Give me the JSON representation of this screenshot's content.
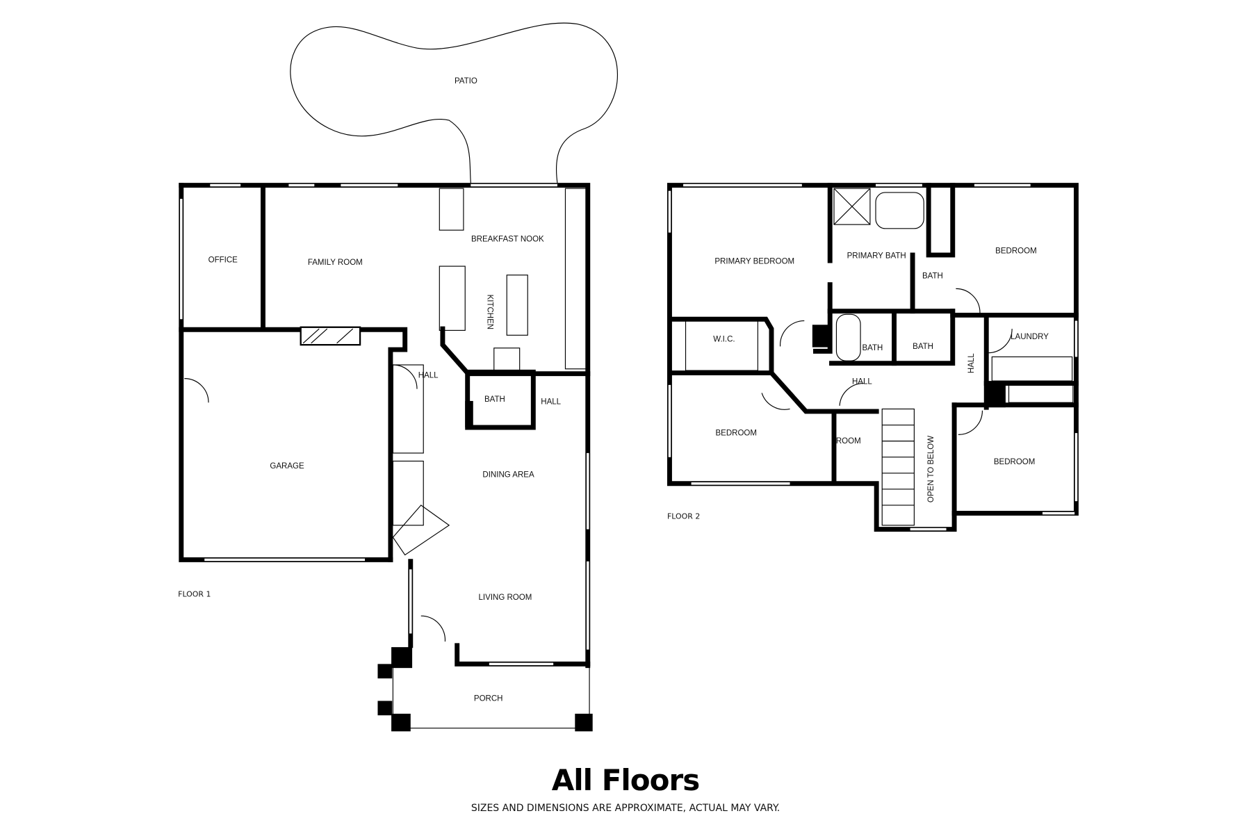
{
  "title": "All Floors",
  "disclaimer": "SIZES AND DIMENSIONS ARE APPROXIMATE, ACTUAL MAY VARY.",
  "floor1": {
    "label": "FLOOR 1",
    "rooms": {
      "patio": "PATIO",
      "office": "OFFICE",
      "family_room": "FAMILY ROOM",
      "breakfast_nook": "BREAKFAST NOOK",
      "kitchen": "KITCHEN",
      "hall_a": "HALL",
      "bath": "BATH",
      "hall_b": "HALL",
      "garage": "GARAGE",
      "dining_area": "DINING AREA",
      "living_room": "LIVING ROOM",
      "porch": "PORCH"
    }
  },
  "floor2": {
    "label": "FLOOR 2",
    "rooms": {
      "primary_bedroom": "PRIMARY BEDROOM",
      "primary_bath": "PRIMARY BATH",
      "bath_small": "BATH",
      "bedroom_ne": "BEDROOM",
      "wic": "W.I.C.",
      "bath_a": "BATH",
      "bath_b": "BATH",
      "hall_v": "HALL",
      "laundry": "LAUNDRY",
      "hall": "HALL",
      "bedroom_w": "BEDROOM",
      "room": "ROOM",
      "open_to_below": "OPEN TO BELOW",
      "bedroom_se": "BEDROOM"
    }
  }
}
